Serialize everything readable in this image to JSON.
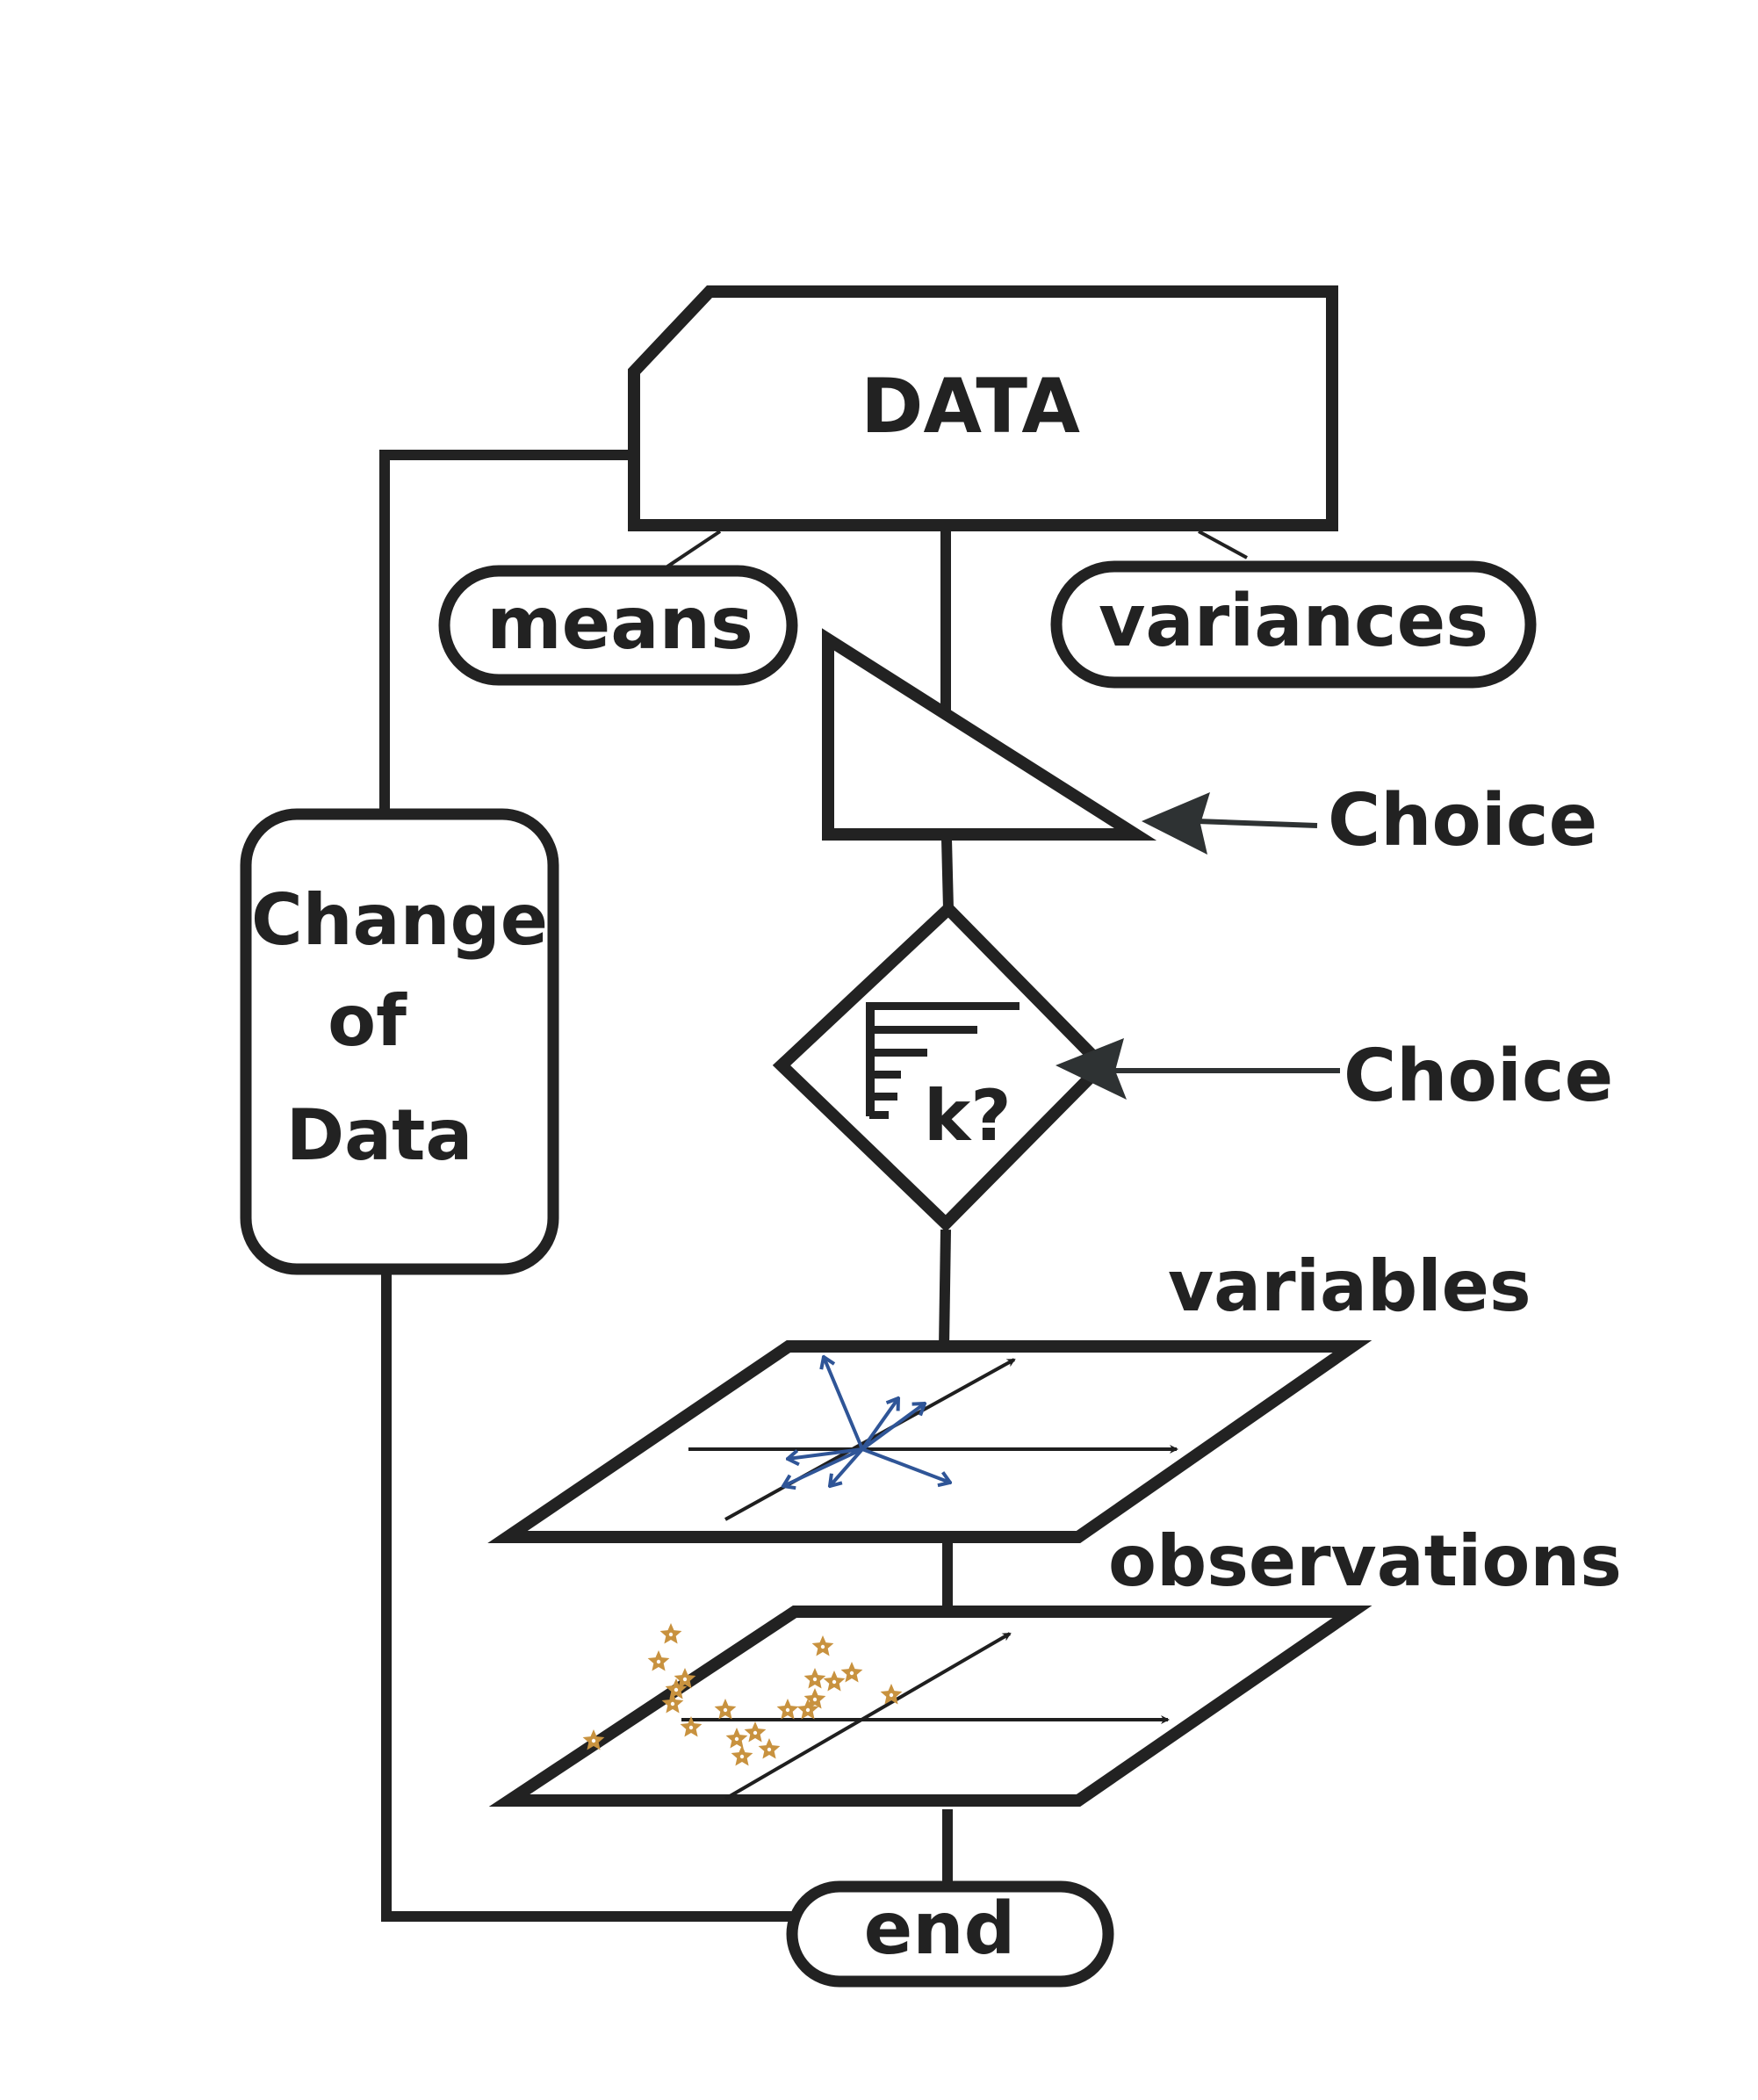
{
  "nodes": {
    "data": {
      "label": "DATA"
    },
    "means": {
      "label": "means"
    },
    "variances": {
      "label": "variances"
    },
    "change": {
      "lines": [
        "Change",
        "of",
        "Data"
      ]
    },
    "decision": {
      "label": "k?"
    },
    "end": {
      "label": "end"
    }
  },
  "annotations": {
    "choice_1": "Choice",
    "choice_2": "Choice",
    "variables": "variables",
    "observations": "observations"
  },
  "colors": {
    "stroke": "#222222",
    "vector": "#2f5597",
    "star": "#c8923f",
    "arrow": "#2e3233"
  },
  "icons": {
    "scree": "scree-bars-icon",
    "vectors": "variable-vectors-icon",
    "stars": "observation-stars-icon"
  },
  "star_count": 20
}
